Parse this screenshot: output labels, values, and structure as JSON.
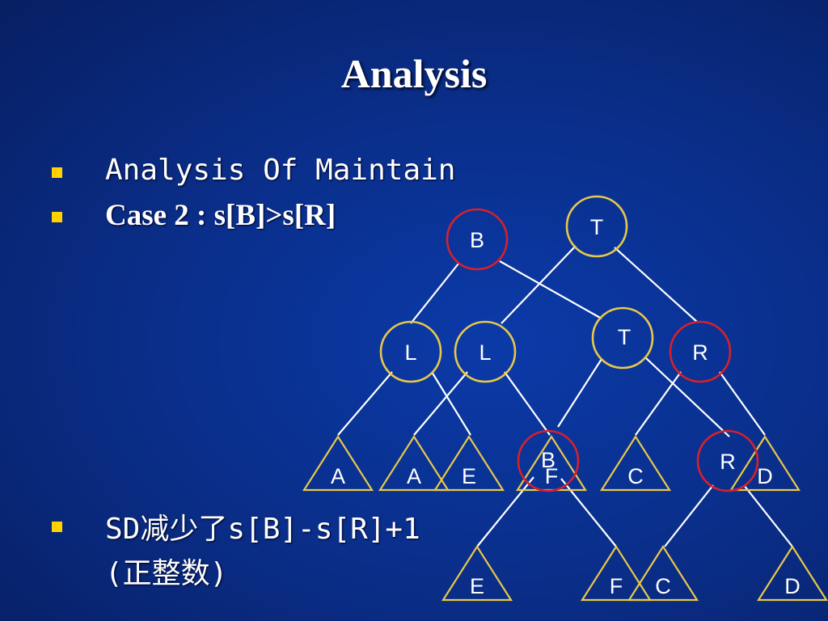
{
  "slide": {
    "title": "Analysis",
    "bullets": [
      {
        "text": "Analysis Of Maintain"
      },
      {
        "text": "Case 2 : s[B]>s[R]"
      },
      {
        "text": "SD减少了s[B]-s[R]+1"
      },
      {
        "text": "(正整数)"
      }
    ]
  },
  "colors": {
    "bullet": "#ffd200",
    "node_yellow": "#e8c84a",
    "node_red": "#d6212b",
    "edge": "#ffffff",
    "triangle": "#e8c84a"
  },
  "diagram": {
    "nodes": [
      {
        "label": "T",
        "color": "yellow"
      },
      {
        "label": "B",
        "color": "red"
      },
      {
        "label": "L",
        "color": "yellow"
      },
      {
        "label": "L",
        "color": "yellow"
      },
      {
        "label": "T",
        "color": "yellow"
      },
      {
        "label": "R",
        "color": "red"
      },
      {
        "label": "B",
        "color": "red"
      },
      {
        "label": "R",
        "color": "red"
      }
    ],
    "leaves": [
      "A",
      "A",
      "E",
      "F",
      "C",
      "D",
      "E",
      "F",
      "C",
      "D"
    ]
  }
}
